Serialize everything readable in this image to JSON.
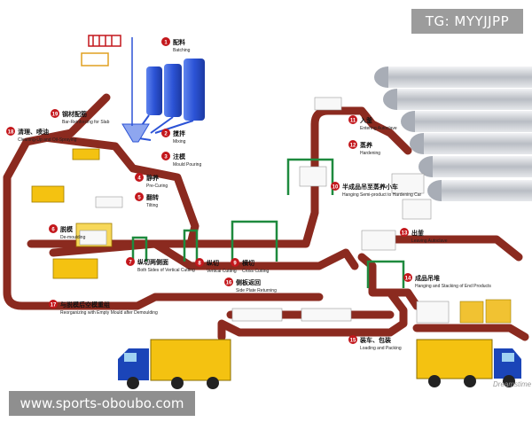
{
  "watermarks": {
    "top": "TG: MYYJJPP",
    "bottom": "www.sports-oboubo.com",
    "corner": "Dreamstime"
  },
  "steps": [
    {
      "num": "1",
      "cn": "配料",
      "en": "Batching"
    },
    {
      "num": "2",
      "cn": "搅拌",
      "en": "Mixing"
    },
    {
      "num": "3",
      "cn": "注模",
      "en": "Mould Pouring"
    },
    {
      "num": "4",
      "cn": "静养",
      "en": "Pre-Curing"
    },
    {
      "num": "5",
      "cn": "翻转",
      "en": "Tilting"
    },
    {
      "num": "6",
      "cn": "脱模",
      "en": "De-moulding"
    },
    {
      "num": "7",
      "cn": "纵切两侧面",
      "en": "Both Sides of Vertical Cutting"
    },
    {
      "num": "8",
      "cn": "纵切",
      "en": "Vertical Cutting"
    },
    {
      "num": "9",
      "cn": "横切",
      "en": "Cross Cutting"
    },
    {
      "num": "10",
      "cn": "半成品吊至蒸养小车",
      "en": "Hanging Semi-product to Hardening Car"
    },
    {
      "num": "11",
      "cn": "入釜",
      "en": "Entering Autoclave"
    },
    {
      "num": "12",
      "cn": "蒸养",
      "en": "Hardening"
    },
    {
      "num": "13",
      "cn": "出釜",
      "en": "Leaving Autoclave"
    },
    {
      "num": "14",
      "cn": "成品吊堆",
      "en": "Hanging and Stacking of End Products"
    },
    {
      "num": "15",
      "cn": "装车、包装",
      "en": "Loading and Packing"
    },
    {
      "num": "16",
      "cn": "侧板返回",
      "en": "Side Plate Returning"
    },
    {
      "num": "17",
      "cn": "与脱模后空模重组",
      "en": "Reorganizing with Empty Mould after Demoulding"
    },
    {
      "num": "18",
      "cn": "清理、喷油",
      "en": "Cleaning-Up and Oil-Spraying"
    },
    {
      "num": "19",
      "cn": "钢材配筋",
      "en": "Bar-Reinforcing for Slab"
    }
  ],
  "colors": {
    "track": "#8b2a1f",
    "marker": "#c3171c",
    "silo": "#2c53d6",
    "autoclave": "#c9ccd1",
    "truck_box": "#f4c211",
    "truck_cab": "#1b45b8",
    "machine": "#1e8a3e"
  }
}
